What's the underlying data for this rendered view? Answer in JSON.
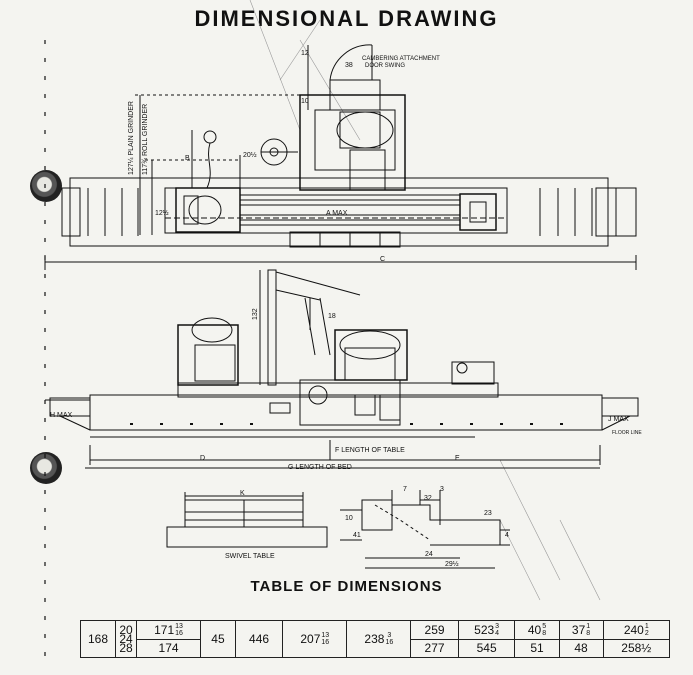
{
  "title": "DIMENSIONAL DRAWING",
  "subtitle": "TABLE OF DIMENSIONS",
  "top_view": {
    "cambering_note_line1": "CAMBERING ATTACHMENT",
    "cambering_note_line2": "DOOR SWING",
    "label_38": "38",
    "label_10": "10",
    "label_12": "12",
    "label_B": "B",
    "label_20_half": "20½",
    "label_12_half": "12½",
    "label_A_max": "A MAX",
    "label_plain_grinder": "127¼ PLAIN GRINDER",
    "label_roll_grinder": "117¾ ROLL GRINDER",
    "label_C": "C"
  },
  "side_view": {
    "label_132": "132",
    "label_18": "18",
    "label_H_max": "H MAX",
    "label_J_max": "J MAX",
    "label_floor": "FLOOR LINE",
    "label_F": "F LENGTH OF TABLE",
    "label_D": "D",
    "label_E": "E",
    "label_G": "G LENGTH OF BED"
  },
  "details": {
    "label_K": "K",
    "label_swivel": "SWIVEL TABLE",
    "label_7": "7",
    "label_3": "3",
    "label_32": "32",
    "label_23": "23",
    "label_41": "41",
    "label_24": "24",
    "label_29": "29½",
    "label_10": "10",
    "label_4": "4"
  },
  "table_of_dimensions": {
    "c1": "168",
    "c2_top": "20",
    "c2_mid": "24",
    "c2_bot": "28",
    "c3_top": "171",
    "c3_top_frac_n": "13",
    "c3_top_frac_d": "16",
    "c3_bot": "174",
    "c4": "45",
    "c5": "446",
    "c6": "207",
    "c6_frac_n": "13",
    "c6_frac_d": "16",
    "c7": "238",
    "c7_frac_n": "3",
    "c7_frac_d": "16",
    "c8_top": "259",
    "c8_bot": "277",
    "c9_top": "523",
    "c9_top_frac_n": "3",
    "c9_top_frac_d": "4",
    "c9_bot": "545",
    "c10_top": "40",
    "c10_top_frac_n": "5",
    "c10_top_frac_d": "8",
    "c10_bot": "51",
    "c11_top": "37",
    "c11_top_frac_n": "1",
    "c11_top_frac_d": "8",
    "c11_bot": "48",
    "c12_top": "240",
    "c12_top_frac_n": "1",
    "c12_top_frac_d": "2",
    "c12_bot": "258½"
  }
}
